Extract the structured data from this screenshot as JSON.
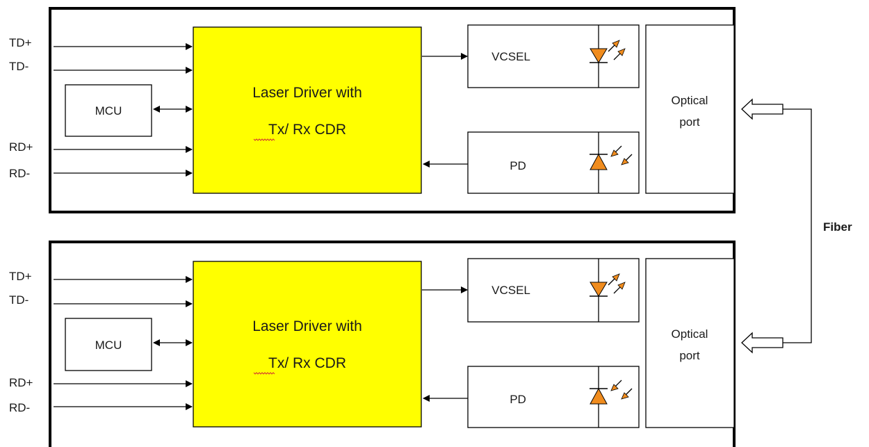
{
  "fiber_label": "Fiber",
  "modules": [
    {
      "pins": [
        "TD+",
        "TD-",
        "RD+",
        "RD-"
      ],
      "mcu": "MCU",
      "driver": {
        "line1": "Laser Driver with",
        "line2": "Tx/ Rx CDR"
      },
      "vcsel": "VCSEL",
      "pd": "PD",
      "optical_port": {
        "line1": "Optical",
        "line2": "port"
      }
    },
    {
      "pins": [
        "TD+",
        "TD-",
        "RD+",
        "RD-"
      ],
      "mcu": "MCU",
      "driver": {
        "line1": "Laser Driver with",
        "line2": "Tx/ Rx CDR"
      },
      "vcsel": "VCSEL",
      "pd": "PD",
      "optical_port": {
        "line1": "Optical",
        "line2": "port"
      }
    }
  ],
  "colors": {
    "driver_fill": "#ffff00",
    "emitter": "#f08c1e",
    "line": "#000000"
  }
}
